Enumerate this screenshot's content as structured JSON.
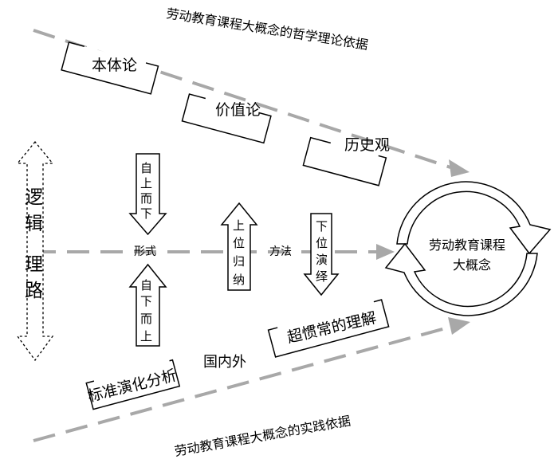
{
  "title_top": "劳动教育课程大概念的哲学理论依据",
  "title_bottom": "劳动教育课程大概念的实践依据",
  "philosophy": {
    "ontology": "本体论",
    "axiology": "价值论",
    "history": "历史观"
  },
  "practice": {
    "analysis": "标准演化分析",
    "domestic_foreign": "国内外",
    "beyond": "超惯常的理解"
  },
  "logic": {
    "chars": [
      "逻",
      "辑",
      "理",
      "路"
    ]
  },
  "center": {
    "form": "形式",
    "method": "方法"
  },
  "arrows": {
    "top_down": [
      "自",
      "上",
      "而",
      "下"
    ],
    "bottom_up": [
      "自",
      "下",
      "而",
      "上"
    ],
    "induction": [
      "上",
      "位",
      "归",
      "纳"
    ],
    "deduction": [
      "下",
      "位",
      "演",
      "绎"
    ]
  },
  "cycle": {
    "line1": "劳动教育课程",
    "line2": "大概念"
  }
}
